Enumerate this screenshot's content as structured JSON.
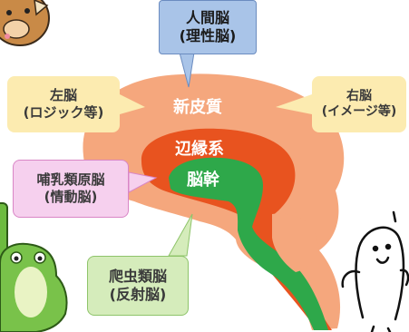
{
  "callouts": {
    "human": {
      "line1": "人間脳",
      "line2": "(理性脳)"
    },
    "left": {
      "line1": "左脳",
      "line2": "(ロジック等)"
    },
    "right": {
      "line1": "右脳",
      "line2": "(イメージ等)"
    },
    "mammal": {
      "line1": "哺乳類原脳",
      "line2": "(情動脳)"
    },
    "reptile": {
      "line1": "爬虫類脳",
      "line2": "(反射脳)"
    }
  },
  "regions": {
    "neocortex": "新皮質",
    "limbic": "辺縁系",
    "brainstem": "脳幹"
  },
  "colors": {
    "neocortex": "#f5a77d",
    "limbic": "#e8531f",
    "brainstem": "#2ea84a",
    "human_box": "#a9c4e8",
    "side_box": "#fcebb0",
    "mammal_box": "#f6d0ee",
    "reptile_box": "#d5ecbb"
  },
  "characters": [
    "cow-character",
    "crocodile-character",
    "doodle-character"
  ]
}
